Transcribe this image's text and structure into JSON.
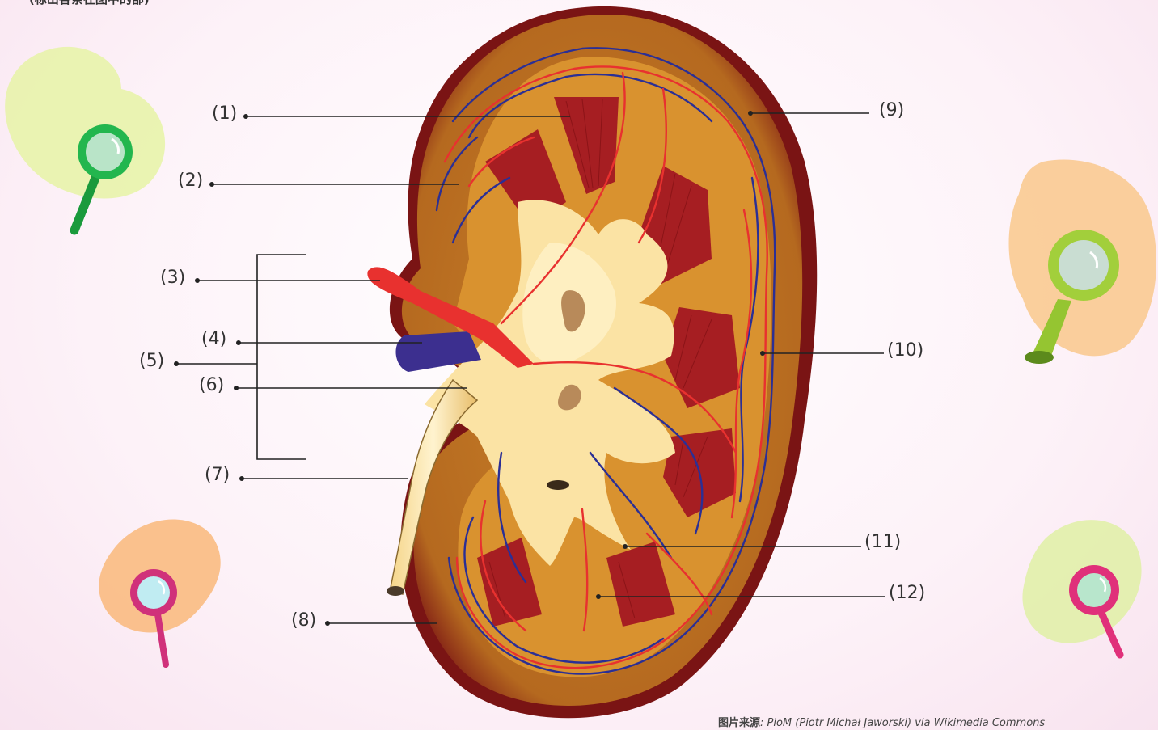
{
  "header": {
    "text": "(标出各条在图中的部)"
  },
  "labels": {
    "l1": "(1)",
    "l2": "(2)",
    "l3": "(3)",
    "l4": "(4)",
    "l5": "(5)",
    "l6": "(6)",
    "l7": "(7)",
    "l8": "(8)",
    "l9": "(9)",
    "l10": "(10)",
    "l11": "(11)",
    "l12": "(12)"
  },
  "credit": {
    "prefix": "图片来源",
    "source": ": PioM (Piotr Michał Jaworski) via Wikimedia Commons"
  },
  "colors": {
    "capsule": "#8b1a1a",
    "cortex": "#c9822a",
    "pyramid": "#a61e22",
    "pelvis": "#fbe3a4",
    "artery": "#e8312f",
    "vein": "#2b2f95",
    "renal_vein": "#3c2f8f",
    "accent_green": "#1fb04b",
    "accent_pink": "#e0307a"
  },
  "icons": [
    "magnifier-icon-green",
    "magnifier-icon-olive",
    "magnifier-icon-pink",
    "magnifier-icon-magenta"
  ]
}
